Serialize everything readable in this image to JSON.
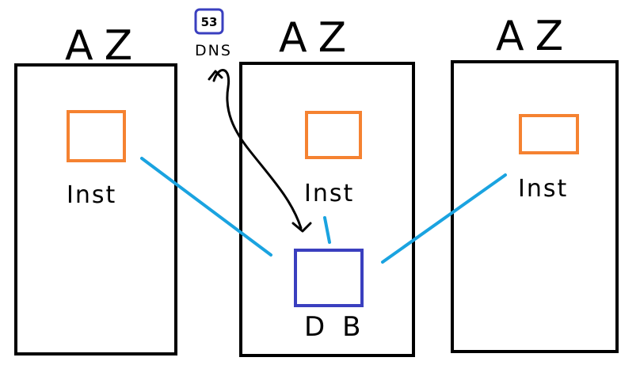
{
  "zones": [
    {
      "label": "AZ",
      "instance_label": "Inst"
    },
    {
      "label": "AZ",
      "instance_label": "Inst"
    },
    {
      "label": "AZ",
      "instance_label": "Inst"
    }
  ],
  "database": {
    "label": "DB"
  },
  "dns": {
    "badge": "53",
    "label": "DNS"
  },
  "colors": {
    "zone_border": "#000000",
    "instance_border": "#f58231",
    "database_border": "#3a3fbf",
    "dns_badge_border": "#3a3fbf",
    "connection_line": "#1aa3e0",
    "dns_arrow": "#000000"
  }
}
